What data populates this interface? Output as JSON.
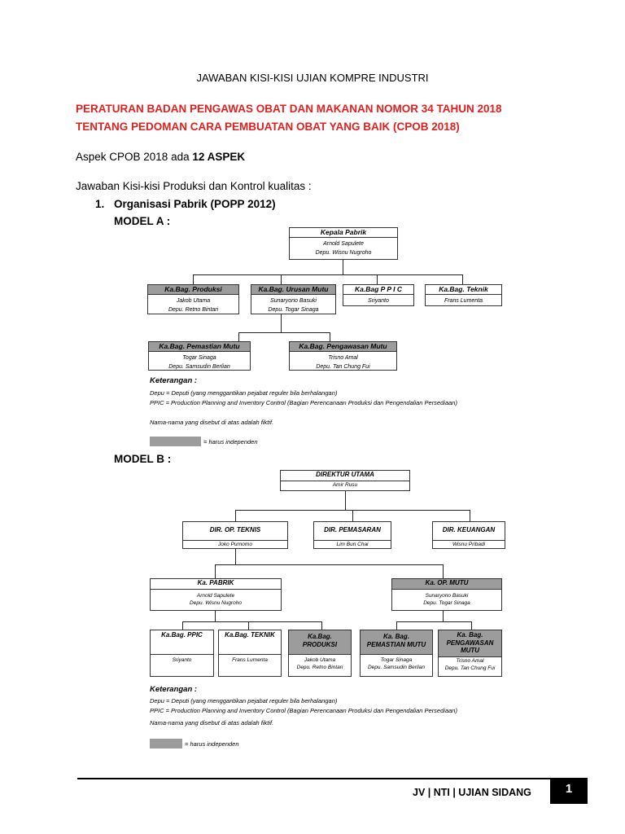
{
  "header": {
    "title": "JAWABAN KISI-KISI UJIAN KOMPRE INDUSTRI",
    "regulation_line1": "PERATURAN BADAN PENGAWAS OBAT DAN MAKANAN NOMOR 34 TAHUN 2018",
    "regulation_line2": "TENTANG PEDOMAN CARA PEMBUATAN OBAT YANG BAIK (CPOB 2018)"
  },
  "aspect": {
    "prefix": "Aspek CPOB 2018 ada ",
    "count": "12 ASPEK"
  },
  "section_intro": "Jawaban Kisi-kisi Produksi dan Kontrol kualitas :",
  "item1": {
    "number": "1.",
    "title": "Organisasi Pabrik (POPP 2012)"
  },
  "model_a": {
    "label": "MODEL A :",
    "top": {
      "title": "Kepala Pabrik",
      "name": "Arnold Sapulete",
      "deputy": "Depu. Wisnu Nugroho"
    },
    "level2": [
      {
        "title": "Ka.Bag. Produksi",
        "name": "Jakob Utama",
        "deputy": "Depu. Retno Bintari",
        "gray": true
      },
      {
        "title": "Ka.Bag. Urusan Mutu",
        "name": "Sunaryono Basuki",
        "deputy": "Depu. Togar Sinaga",
        "gray": true
      },
      {
        "title": "Ka.Bag P P I C",
        "name": "Sriyanto",
        "deputy": "",
        "gray": false
      },
      {
        "title": "Ka.Bag. Teknik",
        "name": "Frans Lumenta",
        "deputy": "",
        "gray": false
      }
    ],
    "level3": [
      {
        "title": "Ka.Bag. Pemastian Mutu",
        "name": "Togar Sinaga",
        "deputy": "Depu. Samsudin Berlian",
        "gray": true
      },
      {
        "title": "Ka.Bag. Pengawasan Mutu",
        "name": "Trisno Amal",
        "deputy": "Depu. Tan Chung Fui",
        "gray": true
      }
    ],
    "notes": {
      "heading": "Keterangan :",
      "line1": "Depu = Deputi (yang menggantikan pejabat reguler bila berhalangan)",
      "line2": "PPIC = Production Planning and Inventory Control (Bagian Perencanaan Produksi dan Pengendalian  Persediaan)",
      "line3": "Nama-nama yang disebut di atas adalah fiktif.",
      "legend": "= harus independen"
    }
  },
  "model_b": {
    "label": "MODEL B :",
    "top": {
      "title": "DIREKTUR UTAMA",
      "name": "Amir Rusu"
    },
    "directors": [
      {
        "title": "DIR. OP. TEKNIS",
        "name": "Joko Purnomo"
      },
      {
        "title": "DIR. PEMASARAN",
        "name": "Lim Bun Chai"
      },
      {
        "title": "DIR. KEUANGAN",
        "name": "Wisnu Pribadi"
      }
    ],
    "mid": [
      {
        "title": "Ka. PABRIK",
        "name": "Arnold Sapulete",
        "deputy": "Depu. Wisnu Nugroho",
        "gray": false
      },
      {
        "title": "Ka. OP. MUTU",
        "name": "Sunaryono Basuki",
        "deputy": "Depu. Togar Sinaga",
        "gray": true
      }
    ],
    "bottom": [
      {
        "title": "Ka.Bag. PPIC",
        "name": "Sriyanto",
        "deputy": "",
        "gray": false
      },
      {
        "title": "Ka.Bag. TEKNIK",
        "name": "Frans Lumenta",
        "deputy": "",
        "gray": false
      },
      {
        "title": "Ka.Bag. PRODUKSI",
        "name": "Jakob Utama",
        "deputy": "Depu. Retno Bintari",
        "gray": true
      },
      {
        "title": "Ka. Bag. PEMASTIAN MUTU",
        "name": "Togar Sinaga",
        "deputy": "Depu. Samsudin Berlian",
        "gray": true
      },
      {
        "title": "Ka. Bag. PENGAWASAN MUTU",
        "name": "Trisno Amal",
        "deputy": "Depu. Tan Chung Fui",
        "gray": true
      }
    ],
    "notes": {
      "heading": "Keterangan :",
      "line1": "Depu = Deputi (yang menggantikan pejabat reguler bila berhalangan)",
      "line2": "PPIC = Production Planning and Inventory Control (Bagian Perencanaan Produksi dan Pengendalian  Persediaan)",
      "line3": "Nama-nama yang disebut di atas adalah fiktif.",
      "legend": "= harus independen"
    }
  },
  "footer": {
    "text": "JV | NTI | UJIAN SIDANG",
    "page": "1"
  }
}
